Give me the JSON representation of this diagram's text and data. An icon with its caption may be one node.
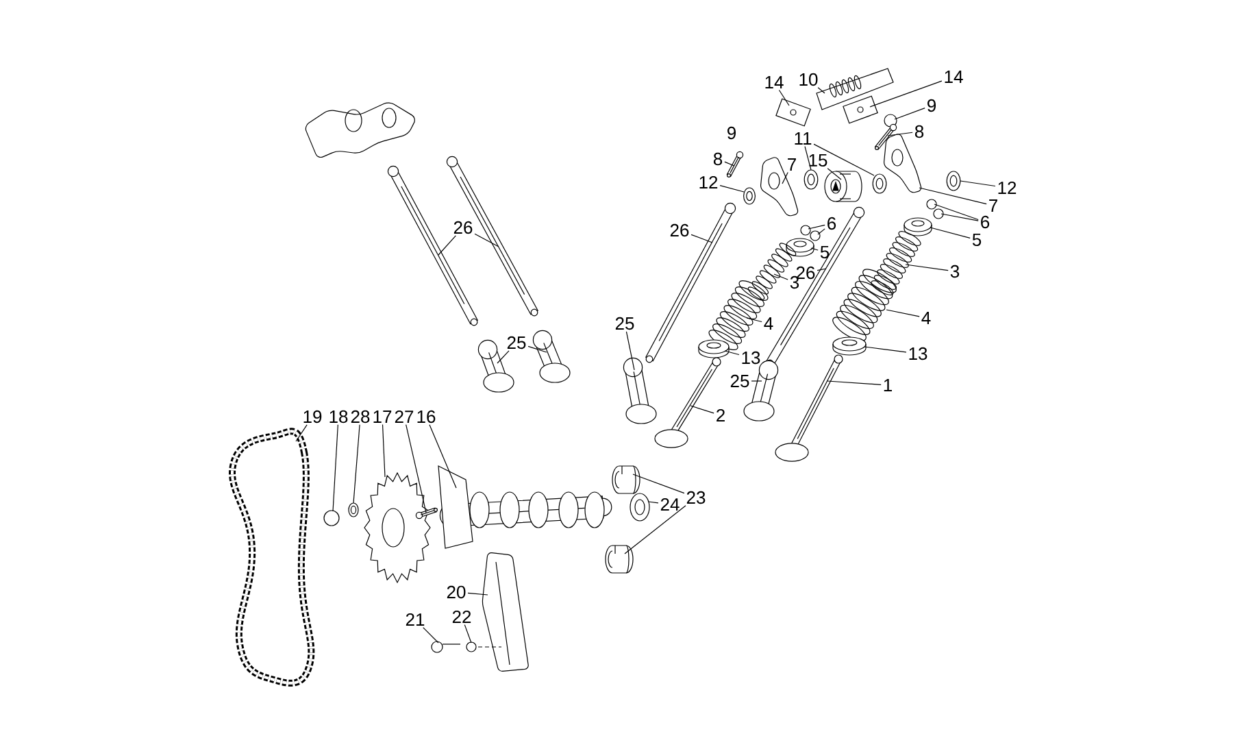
{
  "diagram": {
    "nodes": [
      {
        "text": [
          "26"
        ]
      },
      {
        "text": [
          "25"
        ]
      },
      {
        "text": [
          "14"
        ]
      },
      {
        "text": [
          "10"
        ]
      },
      {
        "text": [
          "14"
        ]
      },
      {
        "text": [
          "9"
        ]
      },
      {
        "text": [
          "8"
        ]
      },
      {
        "text": [
          "9"
        ]
      },
      {
        "text": [
          "8"
        ]
      },
      {
        "text": [
          "11"
        ]
      },
      {
        "text": [
          "12"
        ]
      },
      {
        "text": [
          "7"
        ]
      },
      {
        "text": [
          "15"
        ]
      },
      {
        "text": [
          "6"
        ]
      },
      {
        "text": [
          "5"
        ]
      },
      {
        "text": [
          "26"
        ]
      },
      {
        "text": [
          "3"
        ]
      },
      {
        "text": [
          "26"
        ]
      },
      {
        "text": [
          "4"
        ]
      },
      {
        "text": [
          "25"
        ]
      },
      {
        "text": [
          "13"
        ]
      },
      {
        "text": [
          "25"
        ]
      },
      {
        "text": [
          "2"
        ]
      },
      {
        "text": [
          "12"
        ]
      },
      {
        "text": [
          "7"
        ]
      },
      {
        "text": [
          "6"
        ]
      },
      {
        "text": [
          "5"
        ]
      },
      {
        "text": [
          "3"
        ]
      },
      {
        "text": [
          "4"
        ]
      },
      {
        "text": [
          "13"
        ]
      },
      {
        "text": [
          "1"
        ]
      },
      {
        "text": [
          "19"
        ]
      },
      {
        "text": [
          "18"
        ]
      },
      {
        "text": [
          "28"
        ]
      },
      {
        "text": [
          "17"
        ]
      },
      {
        "text": [
          "27"
        ]
      },
      {
        "text": [
          "16"
        ]
      },
      {
        "text": [
          "24"
        ]
      },
      {
        "text": [
          "23"
        ]
      },
      {
        "text": [
          "20"
        ]
      },
      {
        "text": [
          "21"
        ]
      },
      {
        "text": [
          "22"
        ]
      },
      {
        "text": [],
        "shape": "picture"
      },
      {
        "text": [],
        "shape": "picture"
      },
      {
        "text": [],
        "shape": "picture"
      },
      {
        "text": [],
        "shape": "picture"
      },
      {
        "text": [],
        "shape": "picture"
      },
      {
        "text": [],
        "shape": "picture"
      },
      {
        "text": [],
        "shape": "picture"
      },
      {
        "text": [],
        "shape": "circle"
      },
      {
        "text": [],
        "shape": "picture"
      },
      {
        "text": [],
        "shape": "picture"
      },
      {
        "text": [],
        "shape": "picture"
      },
      {
        "text": [],
        "shape": "picture"
      },
      {
        "text": [],
        "shape": "picture"
      },
      {
        "text": [],
        "shape": "picture"
      },
      {
        "text": [],
        "shape": "picture"
      },
      {
        "text": [],
        "shape": "circle"
      },
      {
        "text": [],
        "shape": "circle"
      },
      {
        "text": [],
        "shape": "picture"
      },
      {
        "text": [],
        "shape": "picture"
      },
      {
        "text": [],
        "shape": "picture"
      },
      {
        "text": [],
        "shape": "picture"
      },
      {
        "text": [],
        "shape": "picture"
      },
      {
        "text": [],
        "shape": "picture"
      },
      {
        "text": [],
        "shape": "picture"
      },
      {
        "text": [],
        "shape": "picture"
      },
      {
        "text": [],
        "shape": "picture"
      },
      {
        "text": [],
        "shape": "picture"
      },
      {
        "text": [],
        "shape": "picture"
      },
      {
        "text": [],
        "shape": "circle"
      },
      {
        "text": [],
        "shape": "circle"
      },
      {
        "text": [],
        "shape": "picture"
      },
      {
        "text": [],
        "shape": "picture"
      },
      {
        "text": [],
        "shape": "picture"
      },
      {
        "text": [],
        "shape": "picture"
      },
      {
        "text": [],
        "shape": "picture"
      },
      {
        "text": [],
        "shape": "picture"
      },
      {
        "text": [],
        "shape": "circle"
      },
      {
        "text": [],
        "shape": "picture"
      },
      {
        "text": [],
        "shape": "picture"
      },
      {
        "text": [],
        "shape": "picture"
      },
      {
        "text": [],
        "shape": "picture"
      },
      {
        "text": [],
        "shape": "picture"
      },
      {
        "text": [],
        "shape": "picture"
      },
      {
        "text": [],
        "shape": "picture"
      },
      {
        "text": [],
        "shape": "picture"
      },
      {
        "text": [],
        "shape": "picture"
      },
      {
        "text": [],
        "shape": "circle"
      }
    ],
    "edges": [
      {
        "from": 0,
        "to": 42,
        "arrow": "none"
      },
      {
        "from": 0,
        "to": 43,
        "arrow": "none"
      },
      {
        "from": 1,
        "to": 44,
        "arrow": "none"
      },
      {
        "from": 1,
        "to": 45,
        "arrow": "none"
      },
      {
        "from": 2,
        "to": 46,
        "arrow": "none"
      },
      {
        "from": 3,
        "to": 47,
        "arrow": "none"
      },
      {
        "from": 4,
        "to": 48,
        "arrow": "none"
      },
      {
        "from": 5,
        "to": 49,
        "arrow": "none"
      },
      {
        "from": 6,
        "to": 50,
        "arrow": "none"
      },
      {
        "from": 8,
        "to": 51,
        "arrow": "none"
      },
      {
        "from": 9,
        "to": 52,
        "arrow": "none"
      },
      {
        "from": 9,
        "to": 53,
        "arrow": "none"
      },
      {
        "from": 10,
        "to": 54,
        "arrow": "none"
      },
      {
        "from": 11,
        "to": 55,
        "arrow": "none"
      },
      {
        "from": 12,
        "to": 56,
        "arrow": "none"
      },
      {
        "from": 13,
        "to": 57,
        "arrow": "none"
      },
      {
        "from": 13,
        "to": 58,
        "arrow": "none"
      },
      {
        "from": 14,
        "to": 59,
        "arrow": "none"
      },
      {
        "from": 15,
        "to": 60,
        "arrow": "none"
      },
      {
        "from": 16,
        "to": 61,
        "arrow": "none"
      },
      {
        "from": 17,
        "to": 62,
        "arrow": "none"
      },
      {
        "from": 18,
        "to": 63,
        "arrow": "none"
      },
      {
        "from": 19,
        "to": 64,
        "arrow": "none"
      },
      {
        "from": 20,
        "to": 65,
        "arrow": "none"
      },
      {
        "from": 21,
        "to": 66,
        "arrow": "none"
      },
      {
        "from": 22,
        "to": 67,
        "arrow": "none"
      },
      {
        "from": 23,
        "to": 68,
        "arrow": "none"
      },
      {
        "from": 24,
        "to": 69,
        "arrow": "none"
      },
      {
        "from": 25,
        "to": 70,
        "arrow": "none"
      },
      {
        "from": 25,
        "to": 71,
        "arrow": "none"
      },
      {
        "from": 26,
        "to": 72,
        "arrow": "none"
      },
      {
        "from": 27,
        "to": 73,
        "arrow": "none"
      },
      {
        "from": 28,
        "to": 74,
        "arrow": "none"
      },
      {
        "from": 29,
        "to": 75,
        "arrow": "none"
      },
      {
        "from": 30,
        "to": 76,
        "arrow": "none"
      },
      {
        "from": 31,
        "to": 77,
        "arrow": "none"
      },
      {
        "from": 32,
        "to": 78,
        "arrow": "none"
      },
      {
        "from": 33,
        "to": 79,
        "arrow": "none"
      },
      {
        "from": 34,
        "to": 80,
        "arrow": "none"
      },
      {
        "from": 35,
        "to": 81,
        "arrow": "none"
      },
      {
        "from": 36,
        "to": 82,
        "arrow": "none"
      },
      {
        "from": 37,
        "to": 83,
        "arrow": "none"
      },
      {
        "from": 38,
        "to": 84,
        "arrow": "none"
      },
      {
        "from": 38,
        "to": 85,
        "arrow": "none"
      },
      {
        "from": 39,
        "to": 86,
        "arrow": "none"
      },
      {
        "from": 40,
        "to": 87,
        "arrow": "none"
      },
      {
        "from": 41,
        "to": 88,
        "arrow": "none"
      }
    ]
  }
}
